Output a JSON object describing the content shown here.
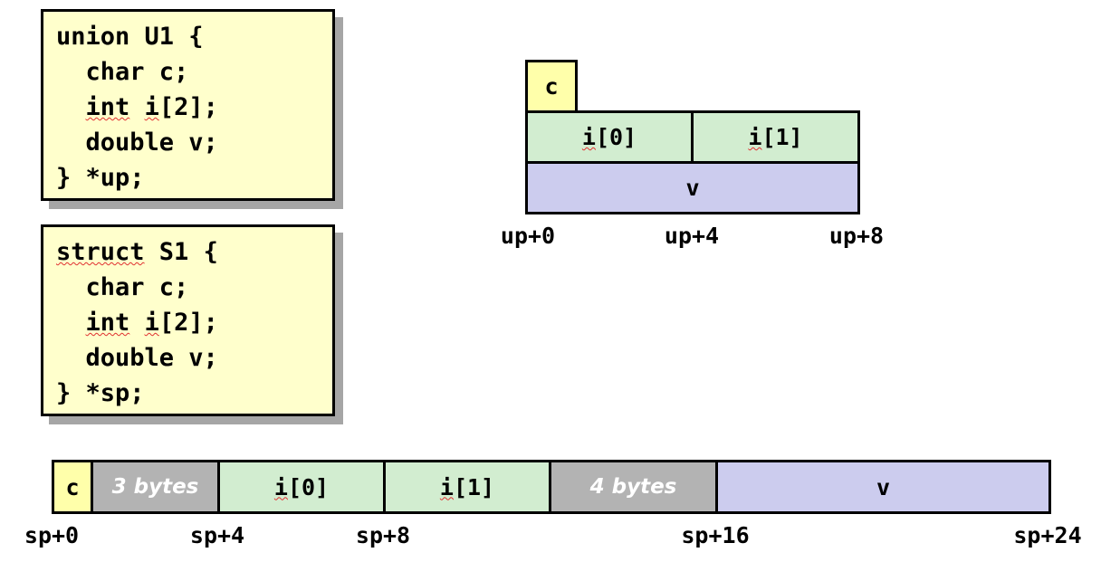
{
  "code_boxes": [
    {
      "name": "union-u1",
      "lines": [
        "union U1 {",
        "  char c;",
        "  int i[2];",
        "  double v;",
        "} *up;"
      ]
    },
    {
      "name": "struct-s1",
      "lines": [
        "struct S1 {",
        "  char c;",
        "  int i[2];",
        "  double v;",
        "} *sp;"
      ]
    }
  ],
  "union_diagram": {
    "cells": {
      "c": "c",
      "i0": "i[0]",
      "i1": "i[1]",
      "v": "v"
    },
    "addresses": [
      "up+0",
      "up+4",
      "up+8"
    ]
  },
  "struct_diagram": {
    "cells": {
      "c": "c",
      "pad3": "3 bytes",
      "i0": "i[0]",
      "i1": "i[1]",
      "pad4": "4 bytes",
      "v": "v"
    },
    "addresses": [
      "sp+0",
      "sp+4",
      "sp+8",
      "sp+16",
      "sp+24"
    ]
  },
  "colors": {
    "char_yellow": "#ffffaa",
    "int_green": "#d2edd0",
    "double_purple": "#ccccee",
    "padding_gray": "#b3b3b3",
    "code_box_background": "#ffffcc",
    "border_black": "#000000",
    "shadow_gray": "#969696",
    "squiggle_red": "#e03030"
  }
}
